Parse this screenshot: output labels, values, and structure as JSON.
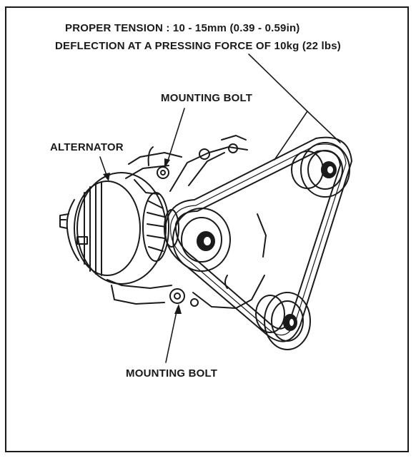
{
  "labels": {
    "spec_line1": "PROPER TENSION : 10 - 15mm (0.39 - 0.59in)",
    "spec_line2": "DEFLECTION AT A PRESSING FORCE OF 10kg (22 lbs)",
    "mounting_bolt_top": "MOUNTING BOLT",
    "alternator": "ALTERNATOR",
    "mounting_bolt_bottom": "MOUNTING BOLT"
  },
  "colors": {
    "ink": "#1a1a1a",
    "background": "#ffffff"
  }
}
